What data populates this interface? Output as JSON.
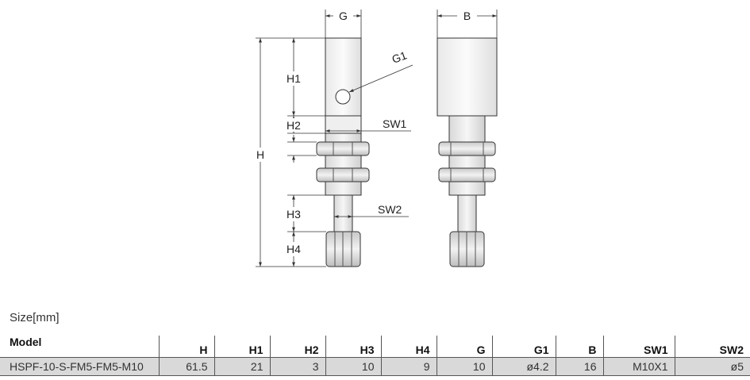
{
  "drawing": {
    "labels": {
      "g": "G",
      "b": "B",
      "g1": "G1",
      "h": "H",
      "h1": "H1",
      "h2": "H2",
      "h3": "H3",
      "h4": "H4",
      "sw1": "SW1",
      "sw2": "SW2"
    }
  },
  "size_caption": "Size[mm]",
  "table": {
    "headers": [
      "Model",
      "H",
      "H1",
      "H2",
      "H3",
      "H4",
      "G",
      "G1",
      "B",
      "SW1",
      "SW2"
    ],
    "rows": [
      [
        "HSPF-10-S-FM5-FM5-M10",
        "61.5",
        "21",
        "3",
        "10",
        "9",
        "10",
        "ø4.2",
        "16",
        "M10X1",
        "ø5"
      ]
    ]
  }
}
